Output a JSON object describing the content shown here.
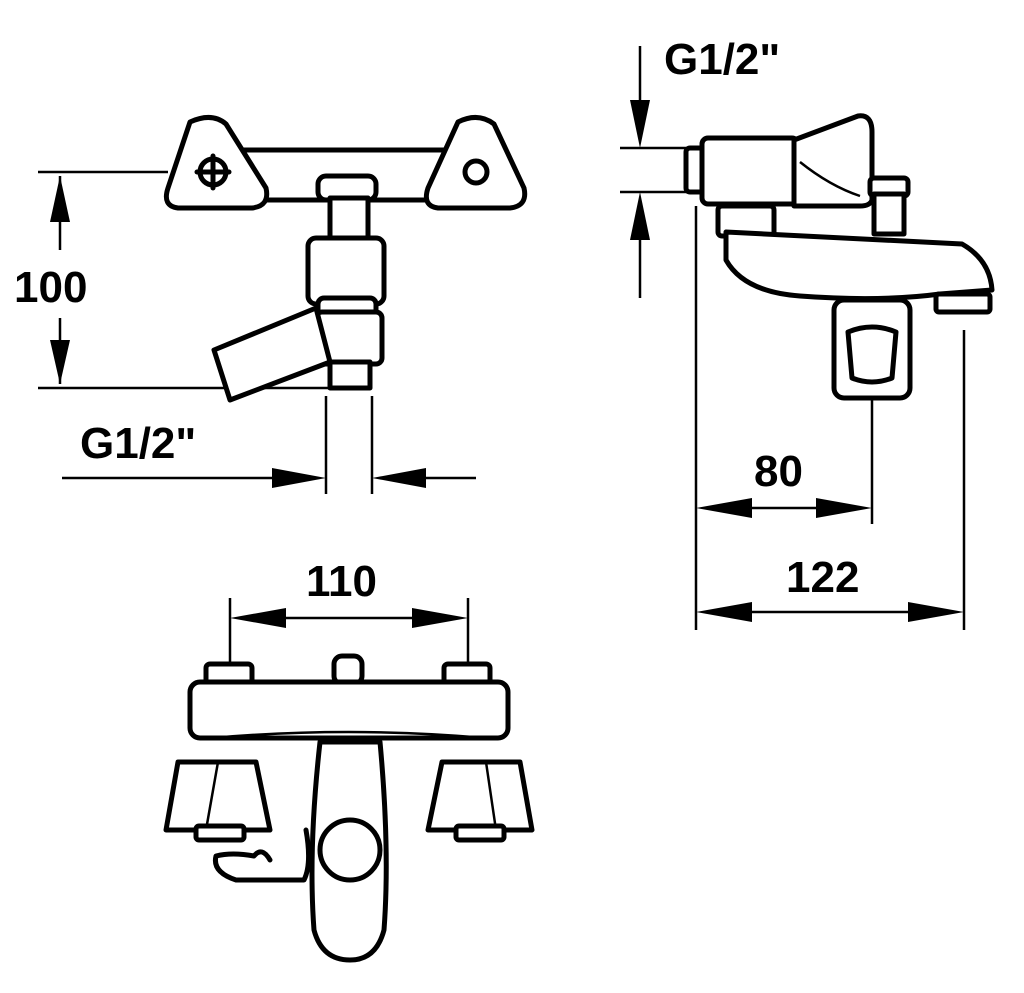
{
  "dimensions": {
    "top_view_height": "100",
    "top_view_thread": "G1/2\"",
    "side_view_thread": "G1/2\"",
    "side_view_depth_short": "80",
    "side_view_depth_long": "122",
    "front_view_spacing": "110"
  },
  "colors": {
    "line": "#000000",
    "background": "#ffffff"
  }
}
